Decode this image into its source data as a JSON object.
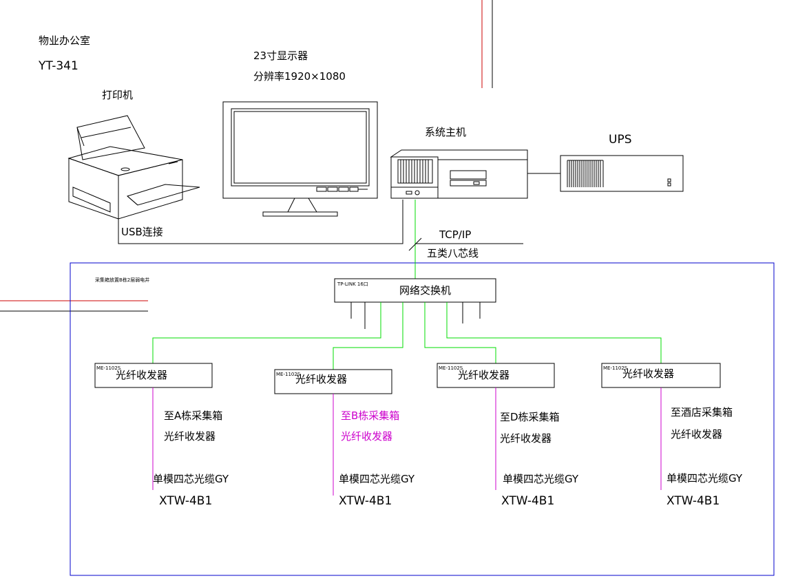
{
  "office": {
    "name": "物业办公室",
    "room": "YT-341"
  },
  "monitor": {
    "title": "23寸显示器",
    "resolution": "分辨率1920×1080"
  },
  "printer": {
    "label": "打印机",
    "usb_label": "USB连接"
  },
  "host": {
    "label": "系统主机"
  },
  "ups": {
    "label": "UPS"
  },
  "link": {
    "protocol": "TCP/IP",
    "cable": "五类八芯线"
  },
  "panel": {
    "note": "采集箱放置B栋2层弱电井"
  },
  "switch": {
    "model": "TP-LINK 16口",
    "label": "网络交换机"
  },
  "transceivers": [
    {
      "model": "ME-1102S",
      "label": "光纤收发器",
      "dest1": "至A栋采集箱",
      "dest2": "光纤收发器",
      "cable1": "单模四芯光缆GY",
      "cable2": "XTW-4B1"
    },
    {
      "model": "ME-1102S",
      "label": "光纤收发器",
      "dest1": "至B栋采集箱",
      "dest2": "光纤收发器",
      "cable1": "单模四芯光缆GY",
      "cable2": "XTW-4B1"
    },
    {
      "model": "ME-1102S",
      "label": "光纤收发器",
      "dest1": "至D栋采集箱",
      "dest2": "光纤收发器",
      "cable1": "单模四芯光缆GY",
      "cable2": "XTW-4B1"
    },
    {
      "model": "ME-1102S",
      "label": "光纤收发器",
      "dest1": "至酒店采集箱",
      "dest2": "光纤收发器",
      "cable1": "单模四芯光缆GY",
      "cable2": "XTW-4B1"
    }
  ],
  "colors": {
    "green": "#00dd00",
    "magenta": "#cc00cc",
    "blue": "#0000cc",
    "red": "#cc0000",
    "black": "#000000"
  }
}
